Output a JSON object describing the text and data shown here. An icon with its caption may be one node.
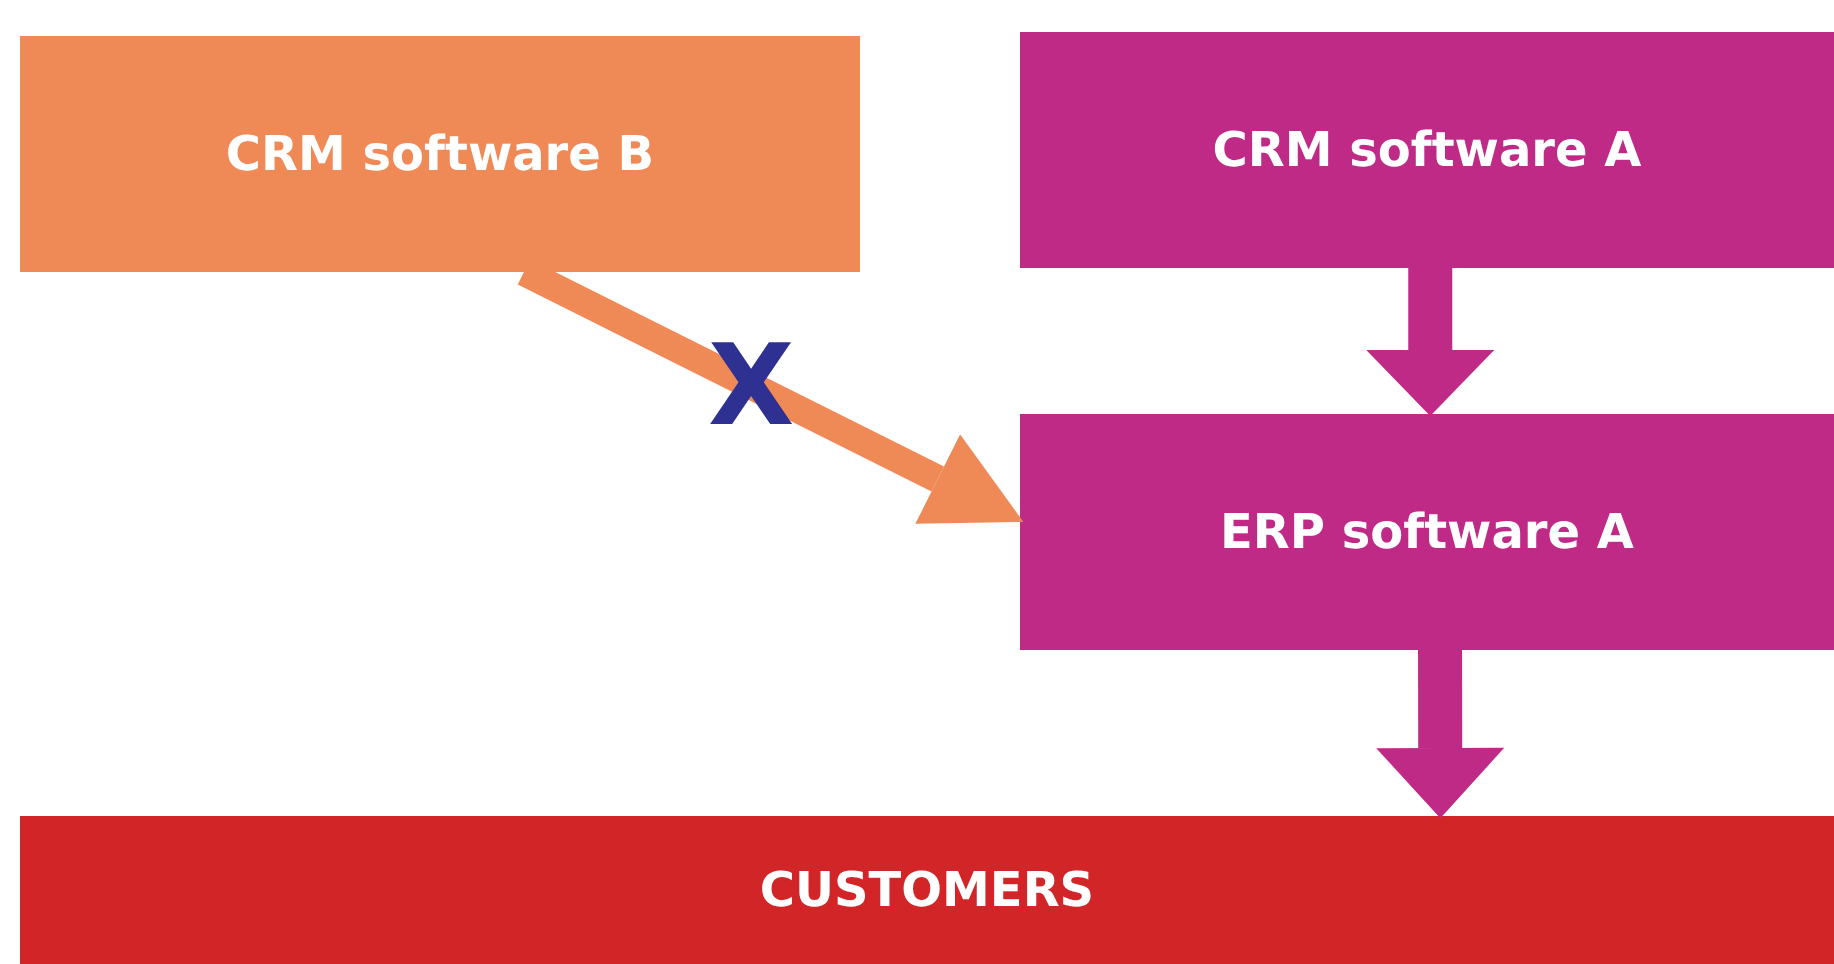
{
  "diagram": {
    "nodes": [
      {
        "text": [
          "CRM software B"
        ]
      },
      {
        "text": [
          "CRM software A"
        ]
      },
      {
        "text": [
          "ERP software A"
        ]
      },
      {
        "text": [
          "CUSTOMERS"
        ]
      }
    ],
    "edges": [
      {
        "from": 0,
        "to": 2,
        "arrow": "to",
        "label": "X",
        "color": "#ef8a57"
      },
      {
        "from": 1,
        "to": 2,
        "arrow": "to"
      },
      {
        "from": 2,
        "to": 3,
        "arrow": "to"
      }
    ]
  }
}
